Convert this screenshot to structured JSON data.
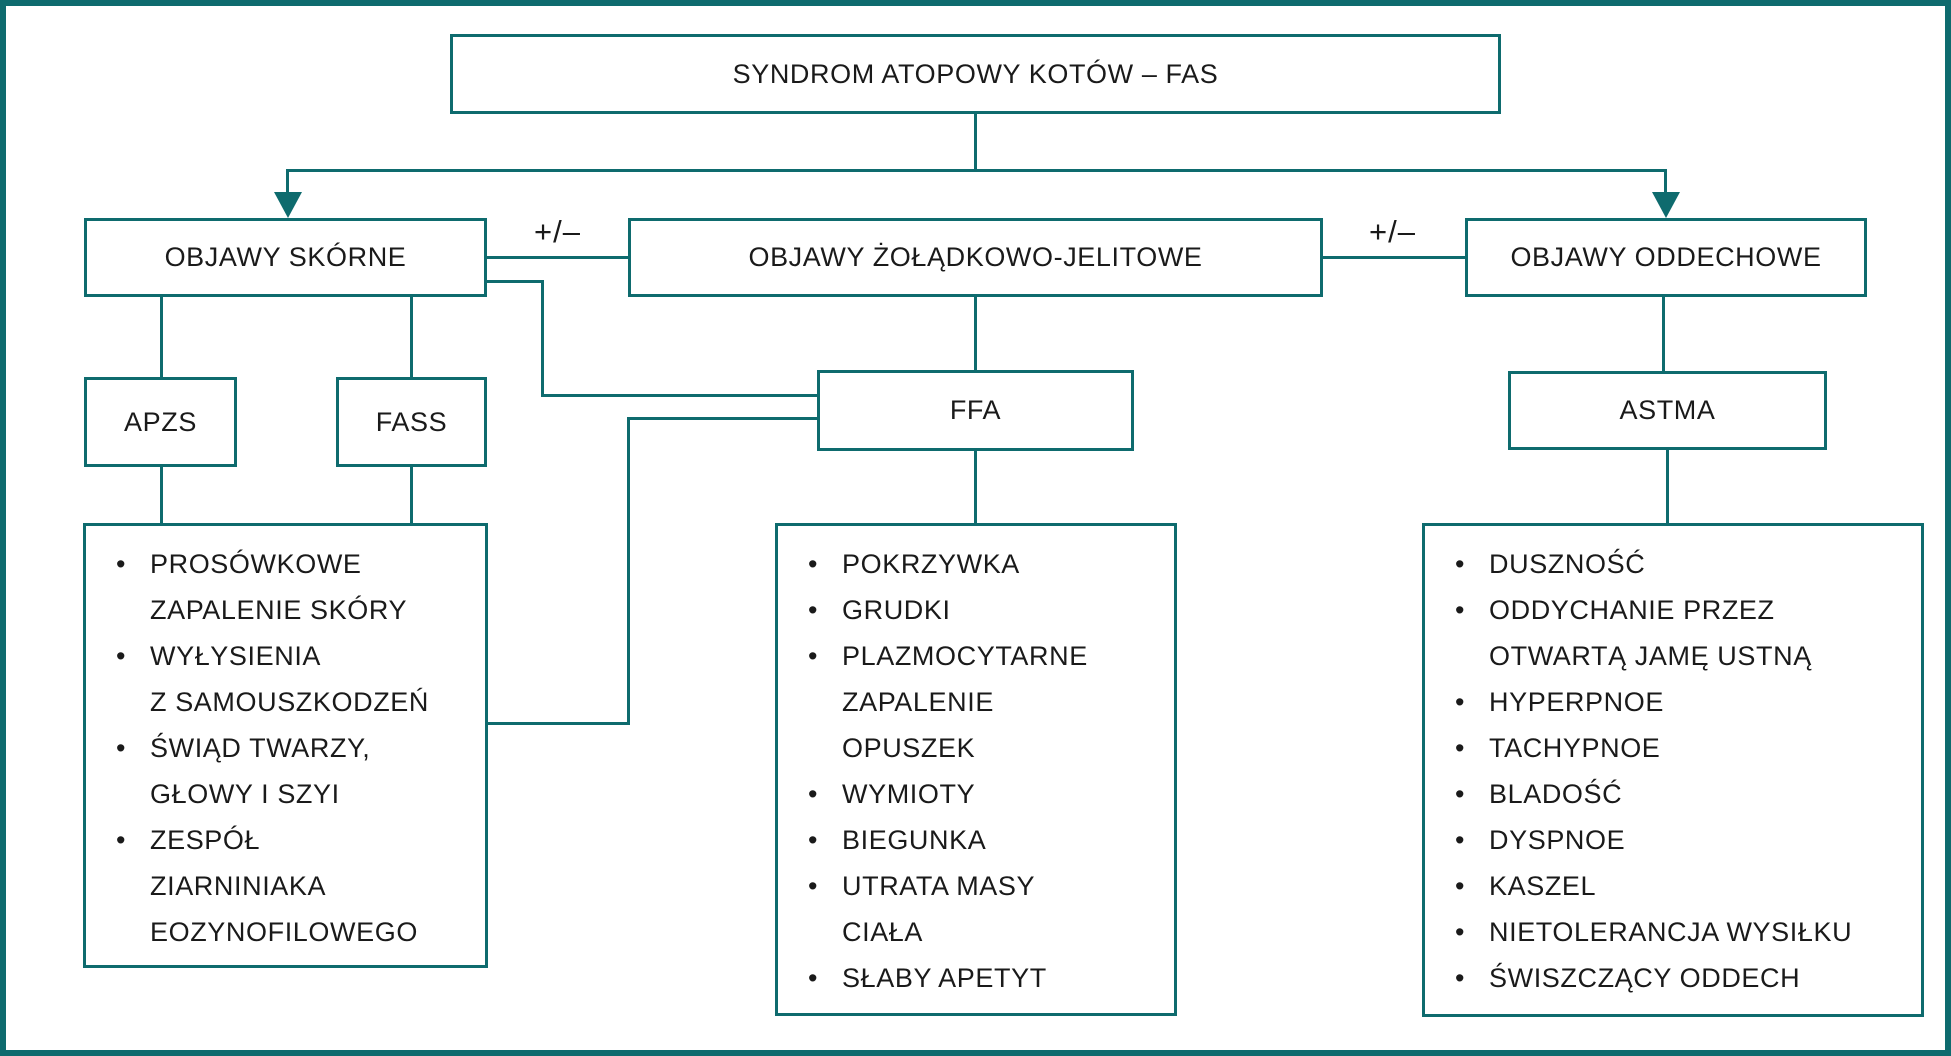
{
  "colors": {
    "accent_teal": "#0e6b6e",
    "text": "#1a1a1a",
    "background": "#ffffff"
  },
  "diagram": {
    "title": "SYNDROM ATOPOWY KOTÓW – FAS",
    "branches": {
      "skin": {
        "label": "OBJAWY SKÓRNE"
      },
      "gastro": {
        "label": "OBJAWY ŻOŁĄDKOWO-JELITOWE"
      },
      "respiratory": {
        "label": "OBJAWY ODDECHOWE"
      }
    },
    "connector_labels": {
      "skin_gastro": "+/–",
      "gastro_respiratory": "+/–"
    },
    "subnodes": {
      "apzs": {
        "label": "APZS"
      },
      "fass": {
        "label": "FASS"
      },
      "ffa": {
        "label": "FFA"
      },
      "astma": {
        "label": "ASTMA"
      }
    },
    "lists": {
      "skin": {
        "items": [
          "PROSÓWKOWE\nZAPALENIE SKÓRY",
          "WYŁYSIENIA\nZ SAMOUSZKODZEŃ",
          "ŚWIĄD TWARZY,\nGŁOWY I SZYI",
          "ZESPÓŁ\nZIARNINIAKA\nEOZYNOFILOWEGO"
        ]
      },
      "gastro": {
        "items": [
          "POKRZYWKA",
          "GRUDKI",
          "PLAZMOCYTARNE\nZAPALENIE\nOPUSZEK",
          "WYMIOTY",
          "BIEGUNKA",
          "UTRATA MASY\nCIAŁA",
          "SŁABY APETYT"
        ]
      },
      "respiratory": {
        "items": [
          "DUSZNOŚĆ",
          "ODDYCHANIE PRZEZ\nOTWARTĄ JAMĘ USTNĄ",
          "HYPERPNOE",
          "TACHYPNOE",
          "BLADOŚĆ",
          "DYSPNOE",
          "KASZEL",
          "NIETOLERANCJA WYSIŁKU",
          "ŚWISZCZĄCY ODDECH"
        ]
      }
    }
  }
}
